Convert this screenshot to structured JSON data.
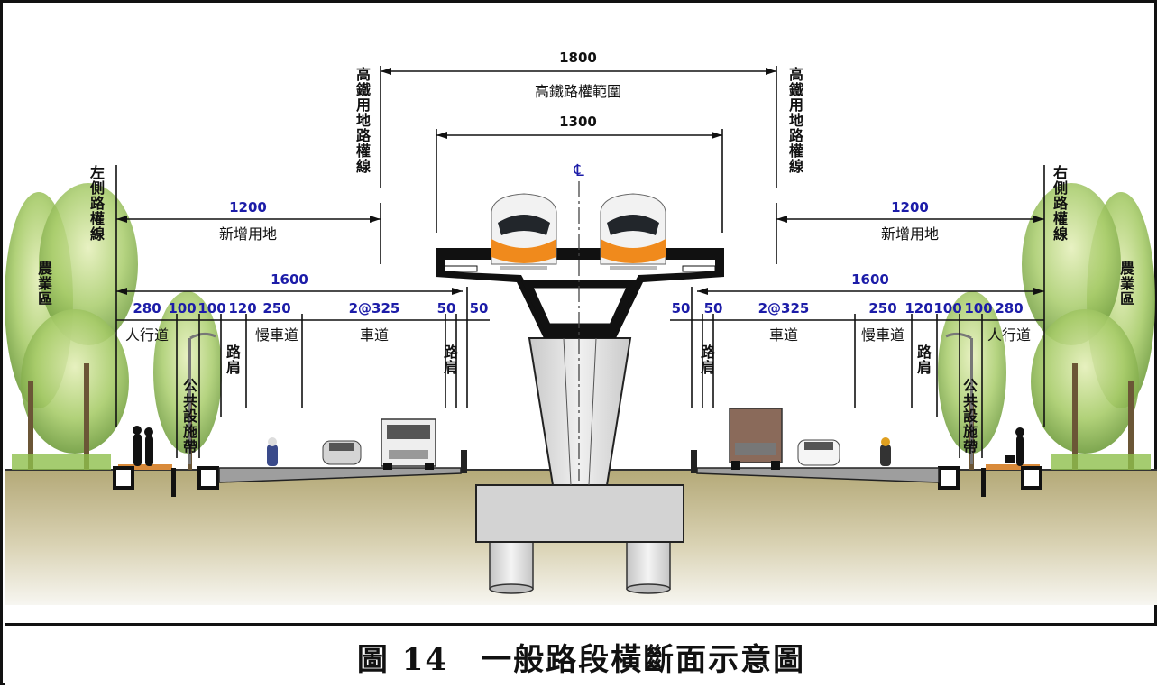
{
  "caption": "圖 14　一般路段橫斷面示意圖",
  "top": {
    "total_width": "1800",
    "total_label": "高鐵路權範圍",
    "deck_width": "1300",
    "centerline": "℄"
  },
  "left": {
    "row_label": "左側路權線",
    "land_row_label": "高鐵用地路權線",
    "zone_label": "農業區",
    "new_land_width": "1200",
    "new_land_label": "新增用地",
    "road_width": "1600",
    "dims": [
      "280",
      "100",
      "100",
      "120",
      "250",
      "2@325",
      "50",
      "50"
    ],
    "sidewalk": "人行道",
    "utility_strip": "公共設施帶",
    "shoulder": "路肩",
    "slow_lane": "慢車道",
    "lanes": "車道",
    "inner_shoulder": "路肩"
  },
  "right": {
    "row_label": "右側路權線",
    "land_row_label": "高鐵用地路權線",
    "zone_label": "農業區",
    "new_land_width": "1200",
    "new_land_label": "新增用地",
    "road_width": "1600",
    "dims": [
      "50",
      "50",
      "2@325",
      "250",
      "120",
      "100",
      "100",
      "280"
    ],
    "sidewalk": "人行道",
    "utility_strip": "公共設施帶",
    "shoulder": "路肩",
    "slow_lane": "慢車道",
    "lanes": "車道",
    "inner_shoulder": "路肩"
  },
  "colors": {
    "dimension_text": "#1c1ca8",
    "ground": "#b8ad82",
    "tree": "#8cbf4a",
    "concrete": "#d6d6d6",
    "train_accent": "#f08a1c"
  }
}
